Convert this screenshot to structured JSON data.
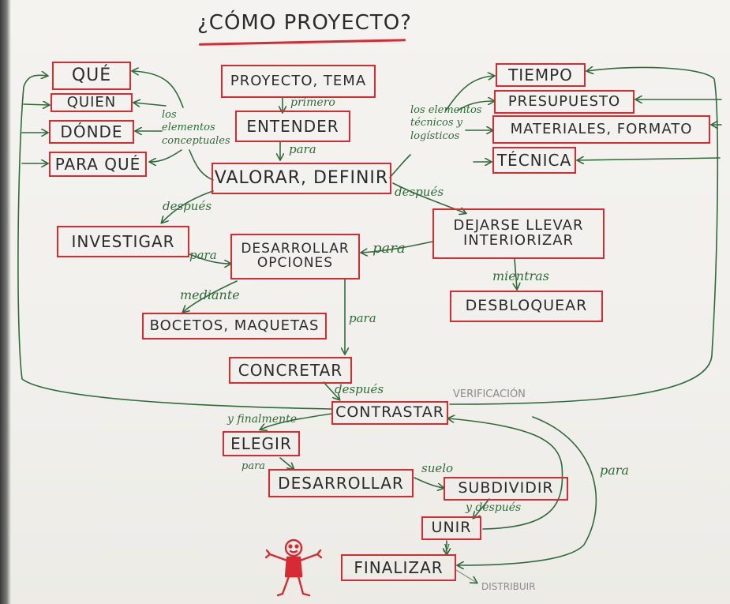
{
  "title": "¿CÓMO PROYECTO?",
  "nodes": {
    "que": "QUÉ",
    "quien": "QUIEN",
    "donde": "DÓNDE",
    "para_que": "PARA QUÉ",
    "proyecto_tema": "PROYECTO, TEMA",
    "entender": "ENTENDER",
    "valorar": "VALORAR, DEFINIR",
    "tiempo": "TIEMPO",
    "presupuesto": "PRESUPUESTO",
    "materiales": "MATERIALES, FORMATO",
    "tecnica": "TÉCNICA",
    "investigar": "INVESTIGAR",
    "desarrollar_opciones": "DESARROLLAR OPCIONES",
    "dejarse": "DEJARSE LLEVAR INTERIORIZAR",
    "desbloquear": "DESBLOQUEAR",
    "bocetos": "BOCETOS, MAQUETAS",
    "concretar": "CONCRETAR",
    "contrastar": "CONTRASTAR",
    "elegir": "ELEGIR",
    "desarrollar": "DESARROLLAR",
    "subdividir": "SUBDIVIDIR",
    "unir": "UNIR",
    "finalizar": "FINALIZAR"
  },
  "labels": {
    "los_elementos_conceptuales": "los elementos conceptuales",
    "primero": "primero",
    "para_1": "para",
    "los_elementos_tecnicos": "los elementos técnicos y logísticos",
    "despues_1": "después",
    "despues_2": "después",
    "para_2": "para",
    "para_3": "para",
    "mientras": "mientras",
    "mediante": "mediante",
    "para_4": "para",
    "despues_3": "después",
    "verificacion": "VERIFICACIÓN",
    "y_finalmente": "y finalmente",
    "para_5": "para",
    "suelo": "suelo",
    "y_despues": "y después",
    "y": "y",
    "para_6": "para",
    "distribuir": "DISTRIBUIR"
  },
  "colors": {
    "box_border": "#d62b32",
    "connector": "#2f6b3a",
    "ink": "#2b2b2b"
  },
  "icons": [
    "stick-figure-icon"
  ]
}
